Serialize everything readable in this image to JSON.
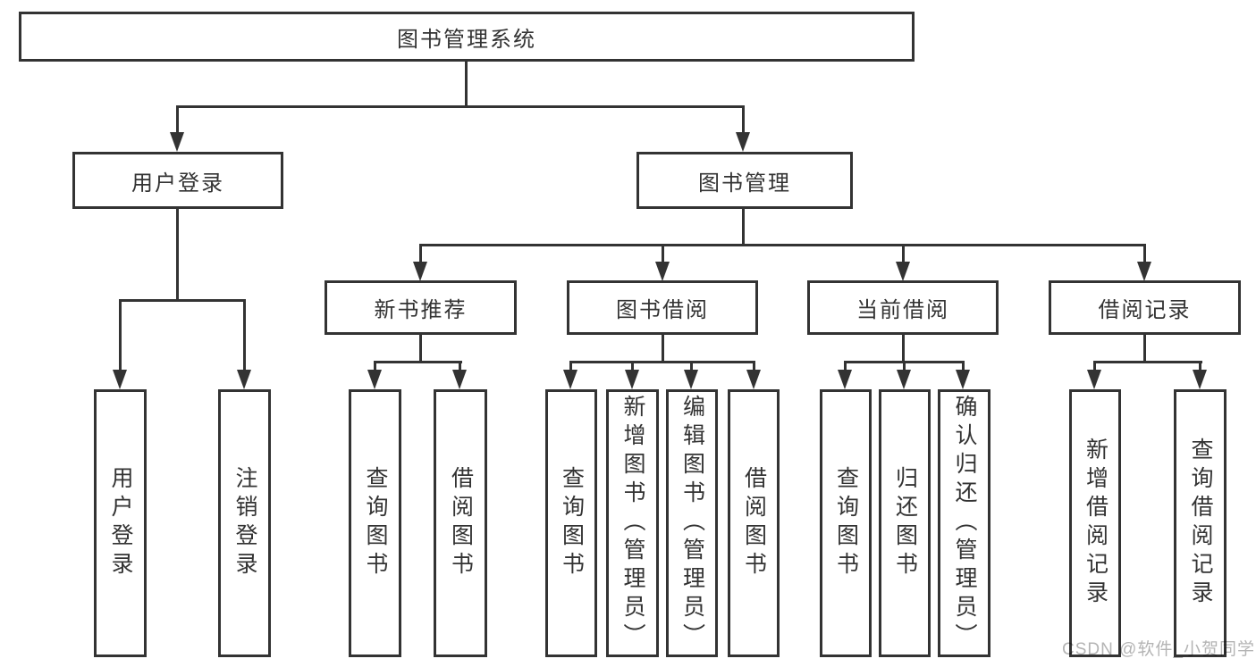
{
  "tree": {
    "label": "图书管理系统",
    "children": [
      {
        "label": "用户登录",
        "children": [
          {
            "label": "用户登录"
          },
          {
            "label": "注销登录"
          }
        ]
      },
      {
        "label": "图书管理",
        "children": [
          {
            "label": "新书推荐",
            "children": [
              {
                "label": "查询图书"
              },
              {
                "label": "借阅图书"
              }
            ]
          },
          {
            "label": "图书借阅",
            "children": [
              {
                "label": "查询图书"
              },
              {
                "label": "新增图书（管理员）"
              },
              {
                "label": "编辑图书（管理员）"
              },
              {
                "label": "借阅图书"
              }
            ]
          },
          {
            "label": "当前借阅",
            "children": [
              {
                "label": "查询图书"
              },
              {
                "label": "归还图书"
              },
              {
                "label": "确认归还（管理员）"
              }
            ]
          },
          {
            "label": "借阅记录",
            "children": [
              {
                "label": "新增借阅记录"
              },
              {
                "label": "查询借阅记录"
              }
            ]
          }
        ]
      }
    ]
  },
  "watermark": {
    "text": "CSDN @软件_小贺同学"
  },
  "colors": {
    "line": "#333333",
    "text": "#333333",
    "watermark": "#b4b4b4",
    "background": "#ffffff"
  }
}
